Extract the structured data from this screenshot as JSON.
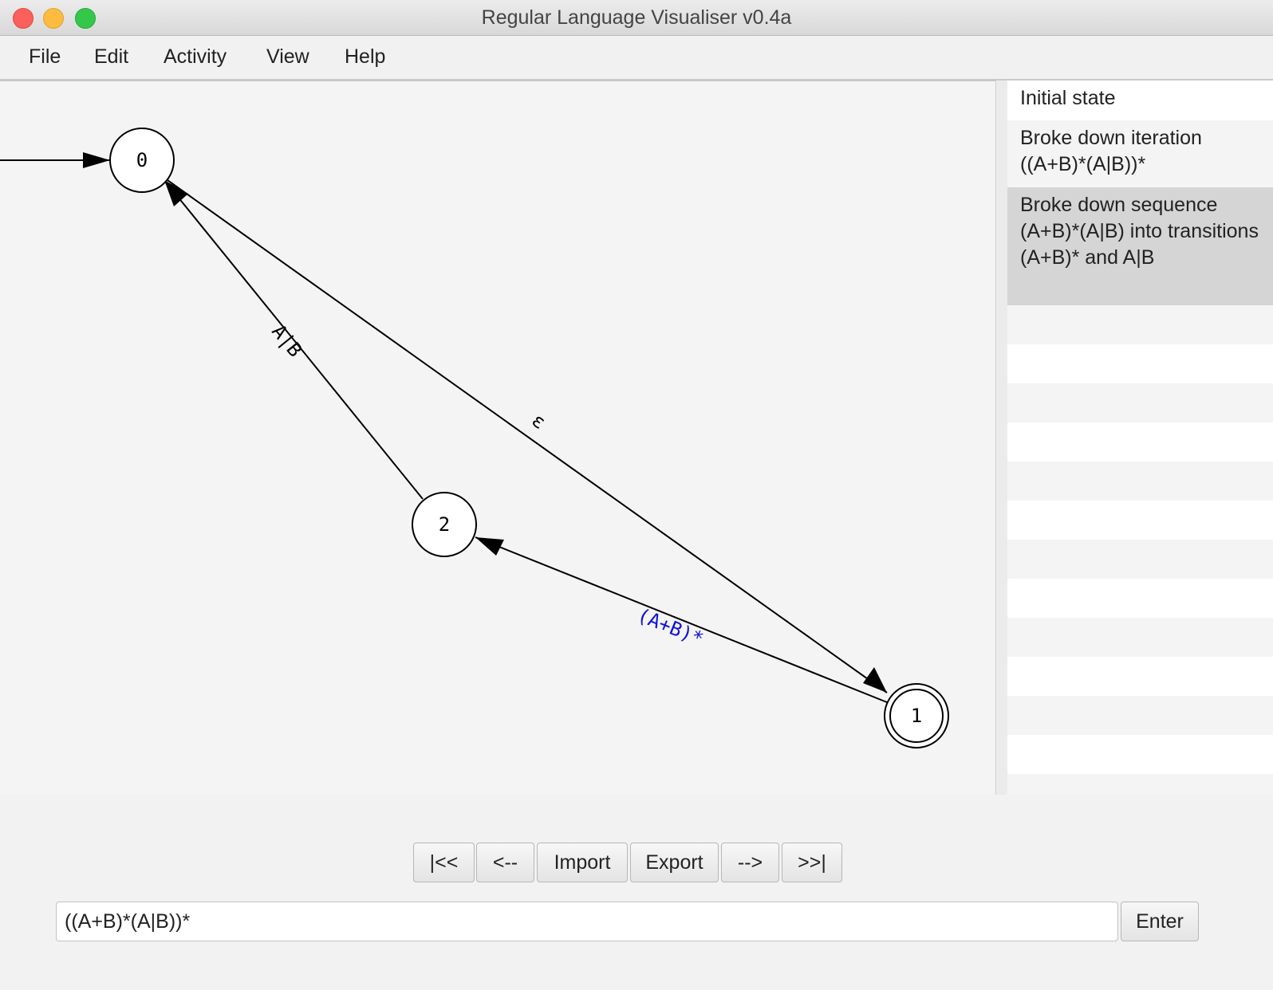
{
  "window": {
    "title": "Regular Language Visualiser v0.4a"
  },
  "menu": [
    "File",
    "Edit",
    "Activity",
    "View",
    "Help"
  ],
  "automaton": {
    "states": [
      {
        "id": "0",
        "label": "0",
        "initial": true,
        "accepting": false
      },
      {
        "id": "2",
        "label": "2",
        "initial": false,
        "accepting": false
      },
      {
        "id": "1",
        "label": "1",
        "initial": false,
        "accepting": true
      }
    ],
    "transitions": [
      {
        "from": "0",
        "to": "1",
        "label": "ε",
        "highlighted": false
      },
      {
        "from": "2",
        "to": "0",
        "label": "A|B",
        "highlighted": false
      },
      {
        "from": "1",
        "to": "2",
        "label": "(A+B)*",
        "highlighted": true
      }
    ],
    "highlight_color": "#1111dd"
  },
  "history": [
    {
      "text": "Initial state",
      "selected": false
    },
    {
      "text": "Broke down iteration ((A+B)*(A|B))*",
      "selected": false
    },
    {
      "text": "Broke down sequence (A+B)*(A|B) into transitions (A+B)* and A|B",
      "selected": true
    }
  ],
  "buttons": {
    "first": "|<<",
    "prev": "<--",
    "import": "Import",
    "export": "Export",
    "next": "-->",
    "last": ">>|",
    "enter": "Enter"
  },
  "input": {
    "value": "((A+B)*(A|B))*"
  }
}
